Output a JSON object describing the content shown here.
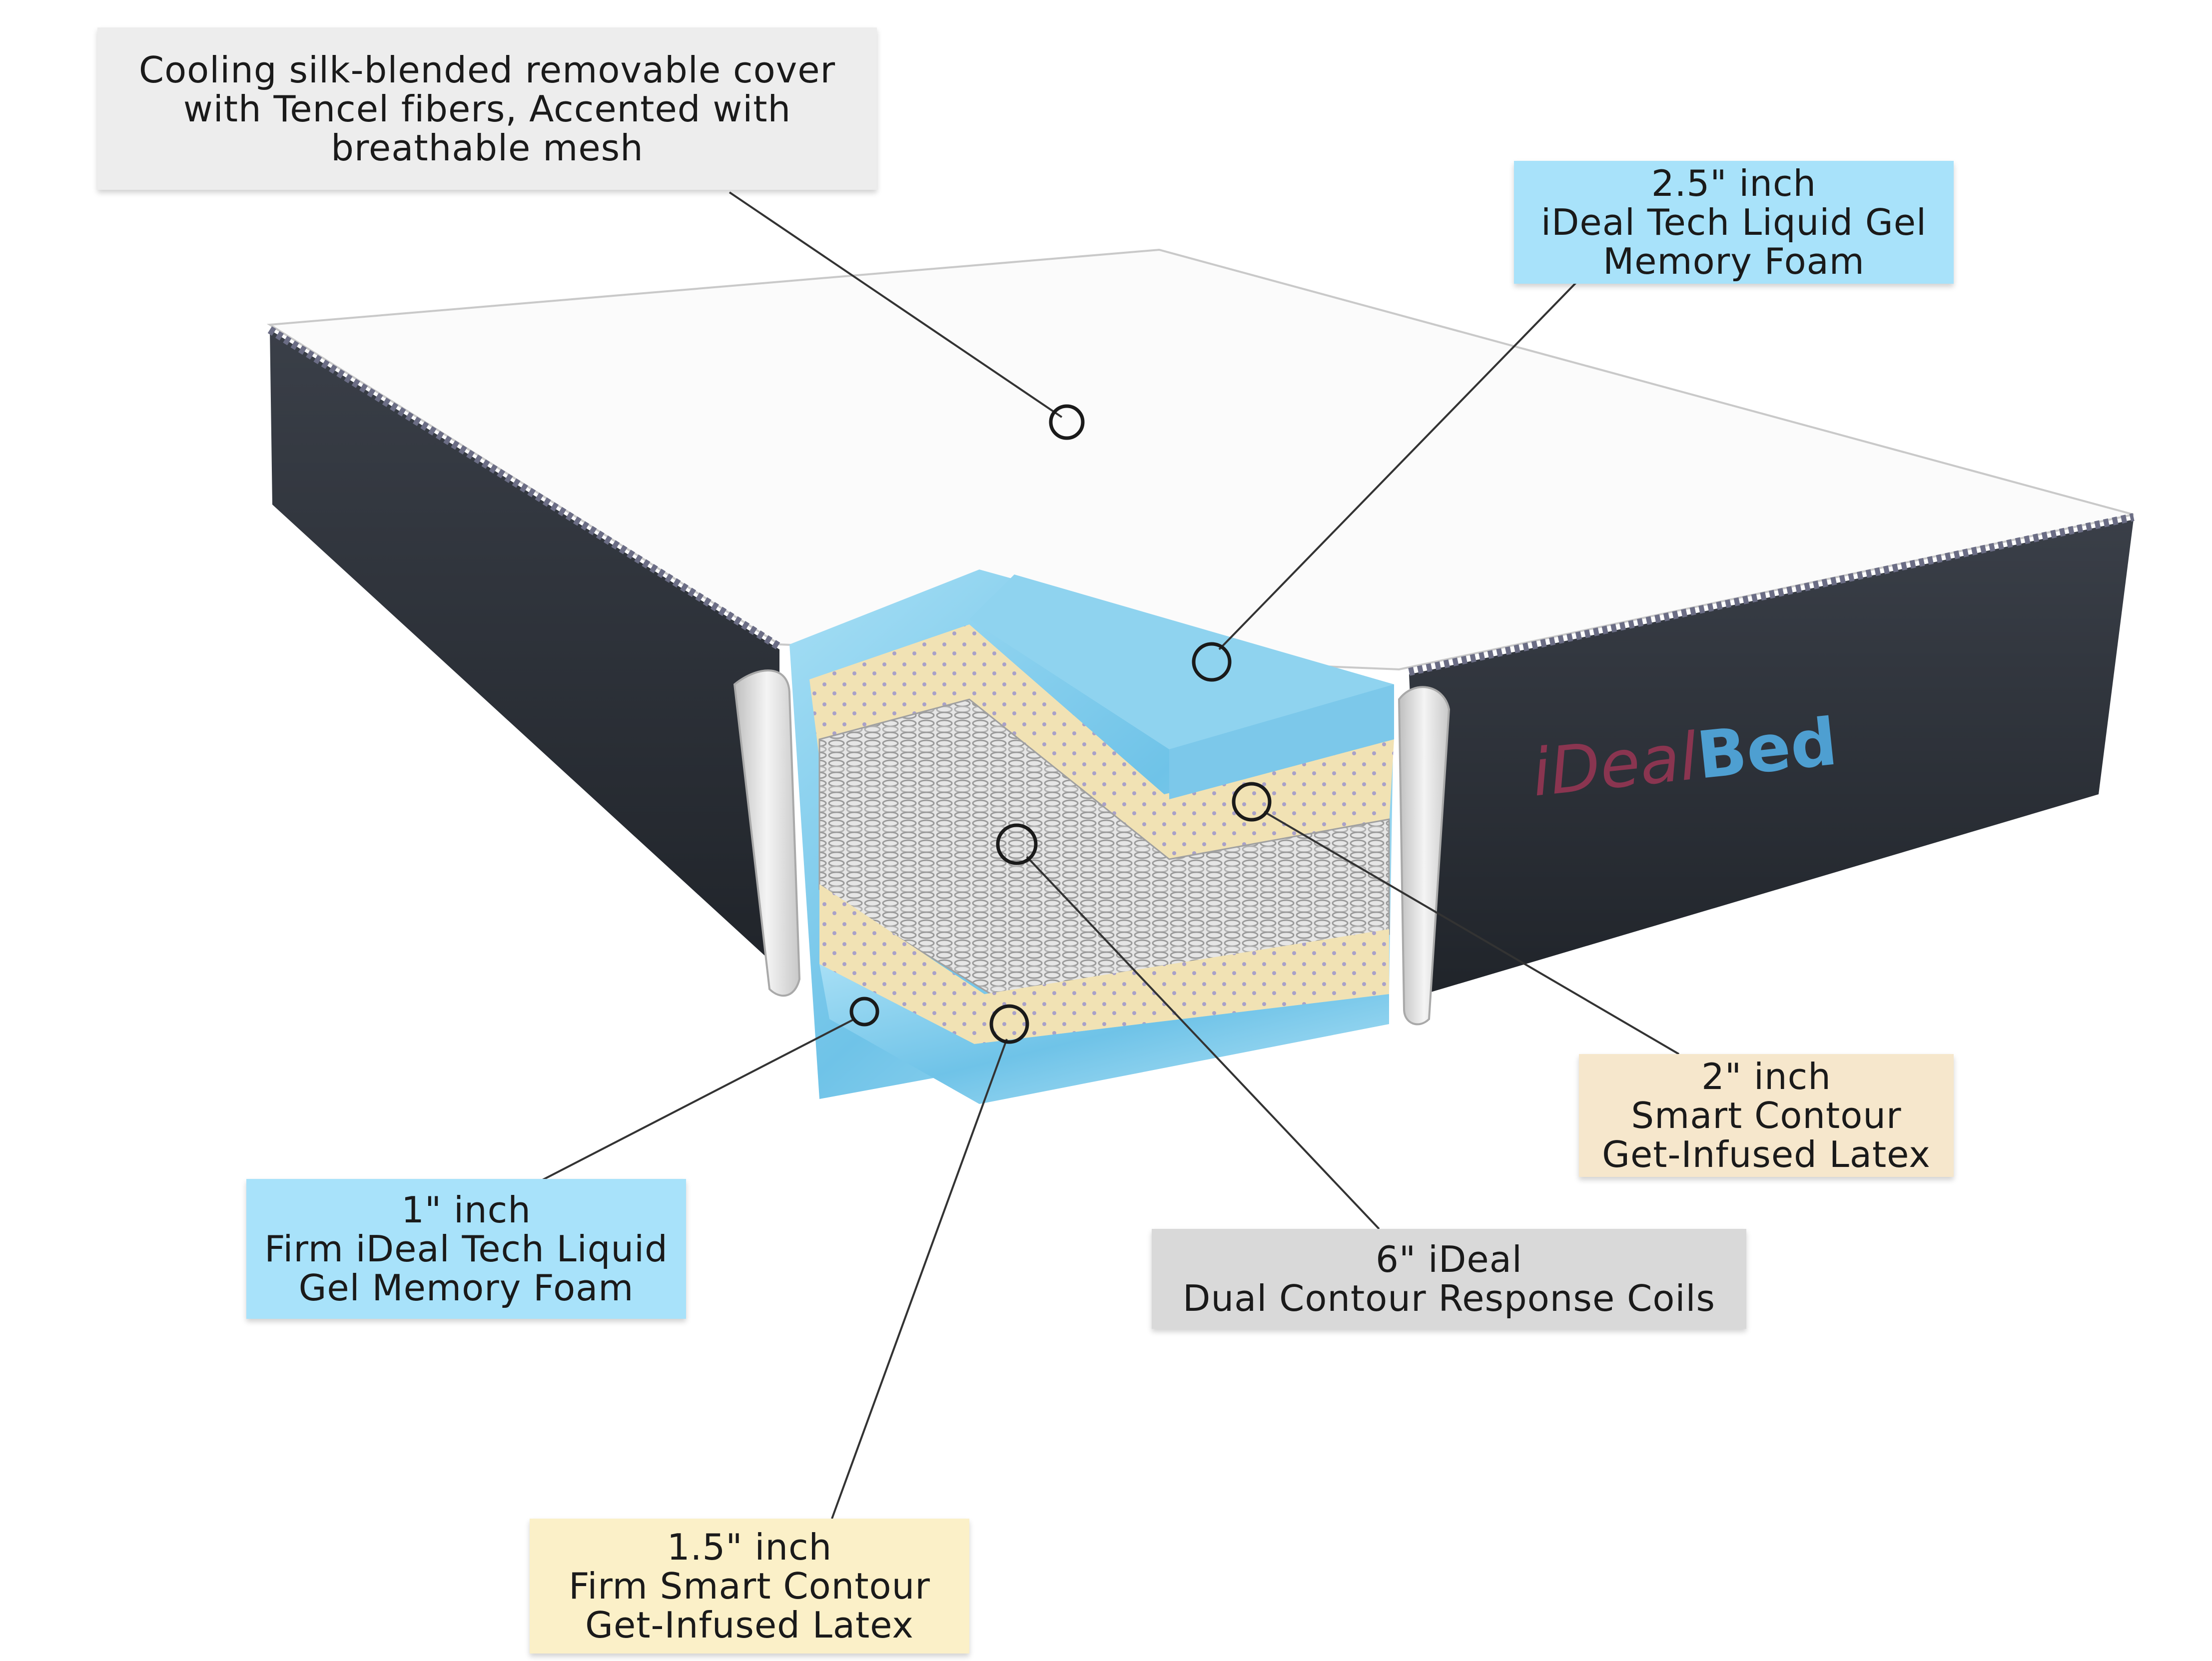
{
  "colors": {
    "cover_label": "#ededed",
    "gel_label": "#a8e2fa",
    "latex_label": "#f6e7cc",
    "latex_label_light": "#fbf0c8",
    "coil_label": "#d9d9d9",
    "mattress_side": "#2b3038",
    "mattress_top": "#fafafa",
    "gel_foam": "#8fd3ef",
    "latex_foam": "#f1e2b4",
    "coil": "#d8d8d8",
    "leader_line": "#333333"
  },
  "brand": {
    "part1": "iDeal",
    "part2": "Bed"
  },
  "labels": {
    "cover": {
      "lines": [
        "Cooling silk-blended removable cover",
        "with Tencel fibers, Accented with",
        "breathable mesh"
      ]
    },
    "top_gel": {
      "lines": [
        "2.5\" inch",
        "iDeal Tech Liquid Gel",
        "Memory Foam"
      ]
    },
    "top_latex": {
      "lines": [
        "2\" inch",
        "Smart Contour",
        "Get-Infused Latex"
      ]
    },
    "coils": {
      "lines": [
        "6\" iDeal",
        "Dual Contour Response Coils"
      ]
    },
    "bottom_gel": {
      "lines": [
        "1\" inch",
        "Firm iDeal Tech Liquid",
        "Gel Memory Foam"
      ]
    },
    "bottom_latex": {
      "lines": [
        "1.5\" inch",
        "Firm Smart Contour",
        "Get-Infused Latex"
      ]
    }
  }
}
